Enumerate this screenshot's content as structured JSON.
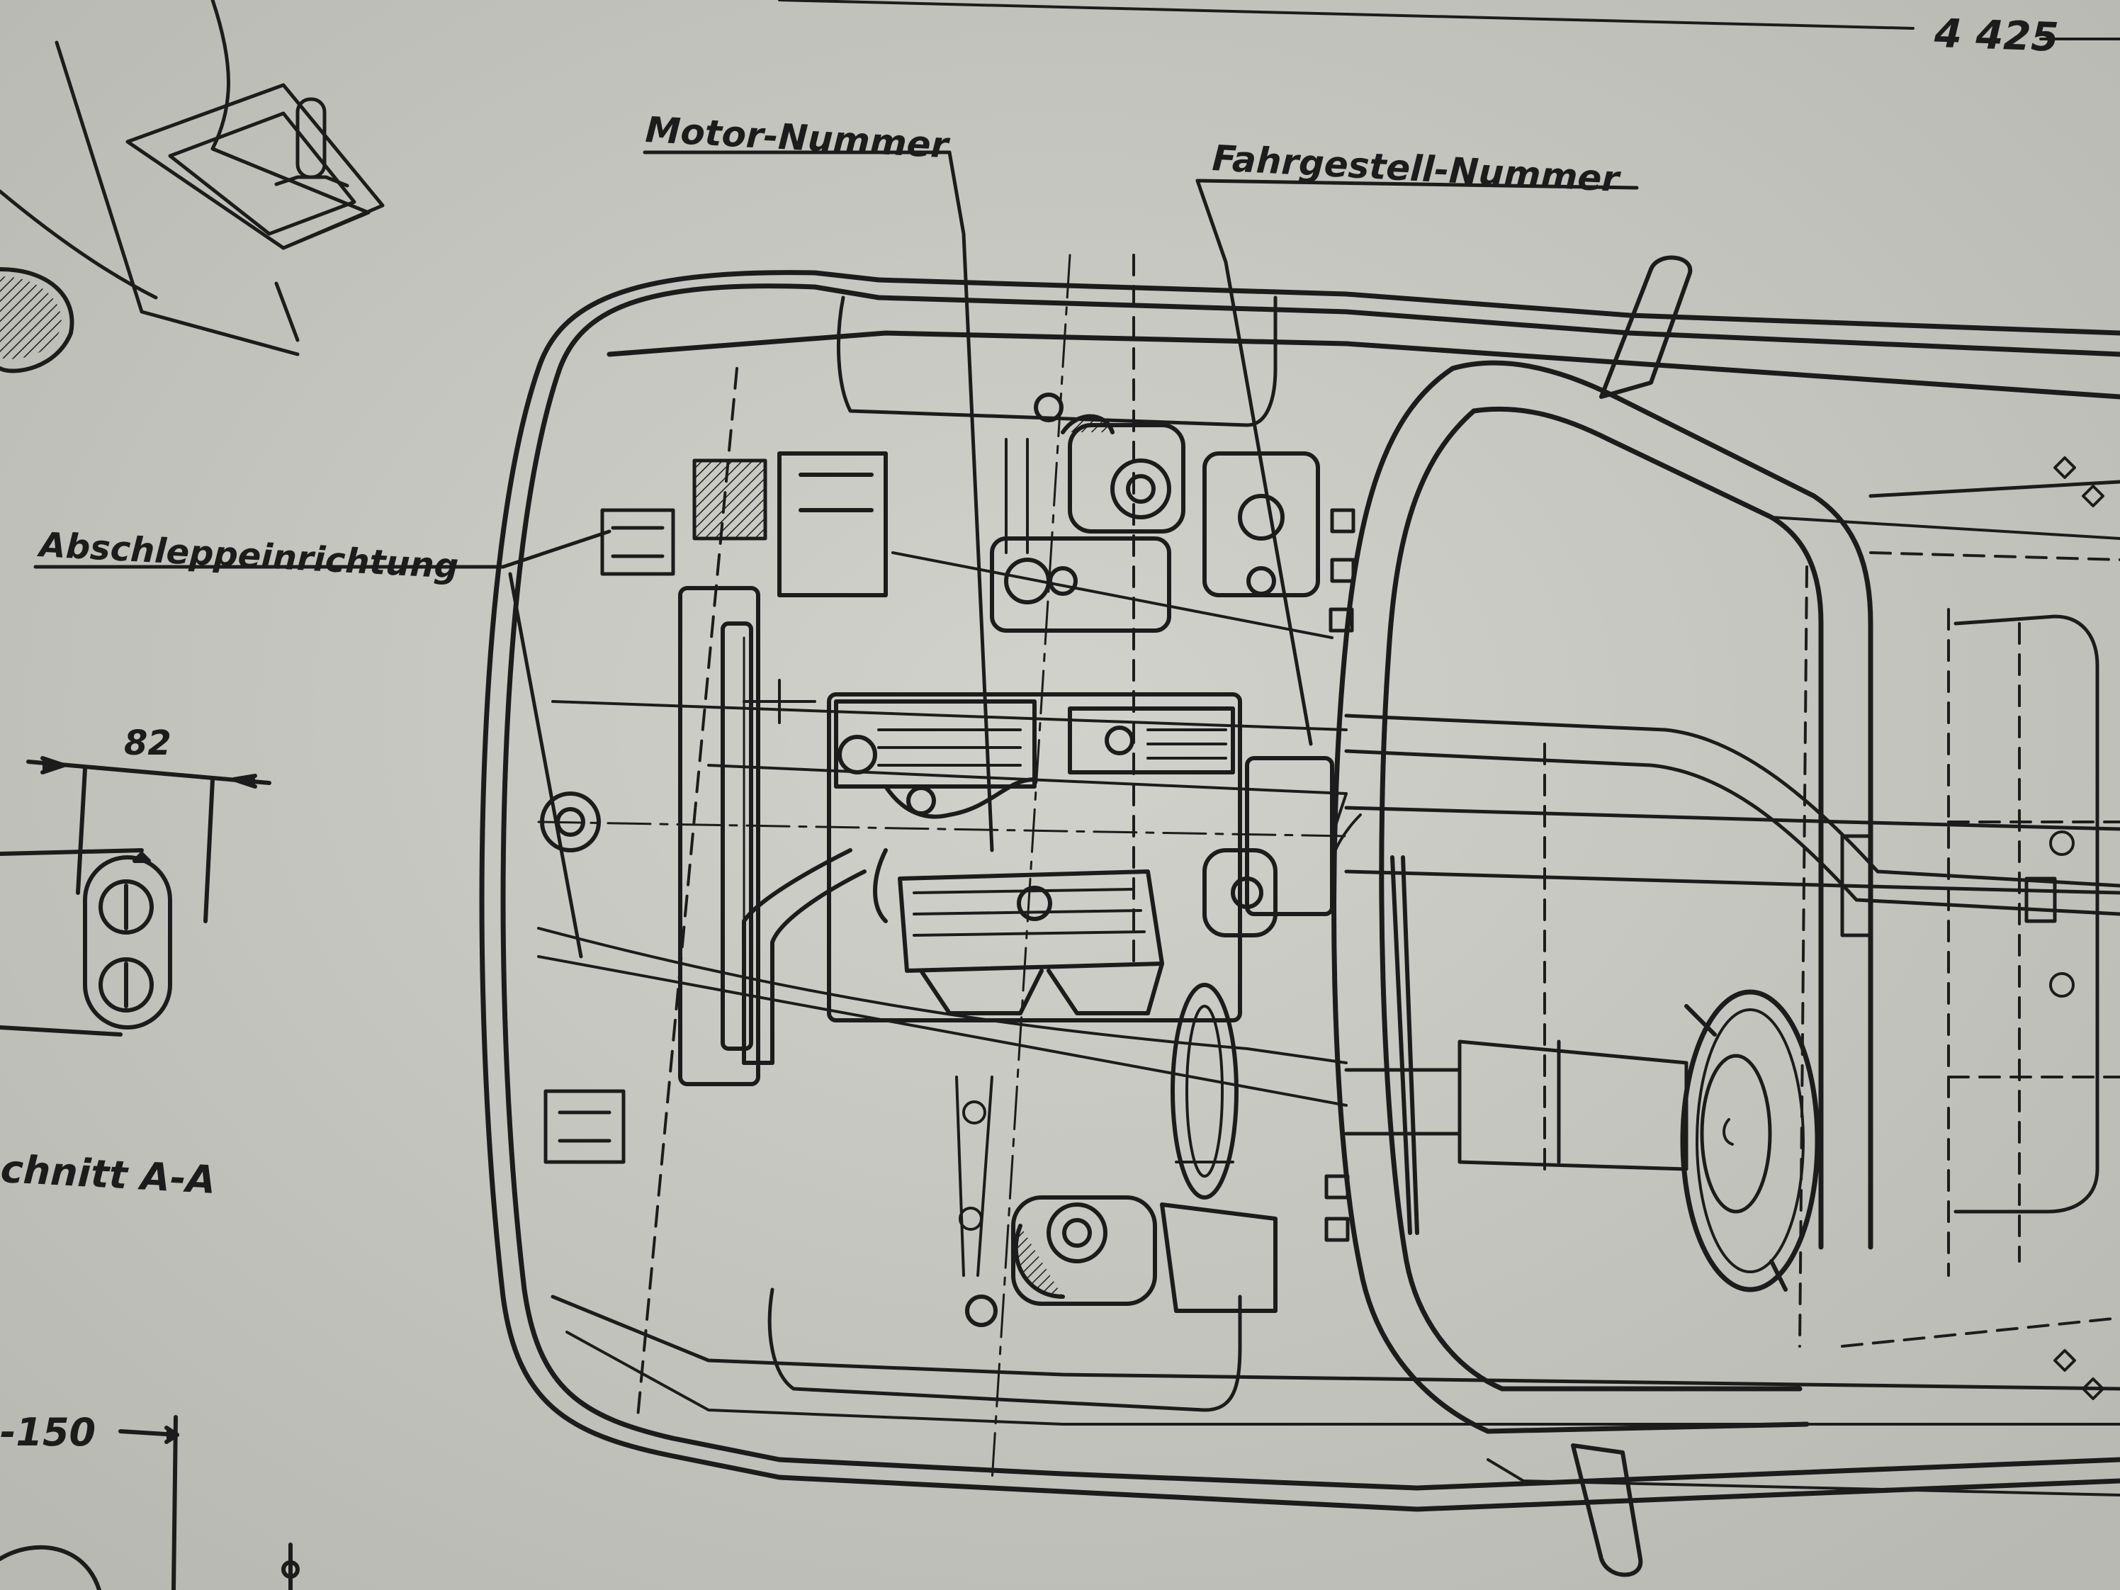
{
  "page": {
    "page_number": "4 425"
  },
  "labels": {
    "motor_nummer": "Motor-Nummer",
    "fahrgestell_nummer": "Fahrgestell-Nummer",
    "abschleppeinrichtung": "Abschleppeinrichtung",
    "schnitt": "chnitt A-A"
  },
  "dimensions": {
    "width_82": "82",
    "width_150": "-150"
  },
  "colors": {
    "paper": "#c9c9c4",
    "ink": "#1c1c1c"
  }
}
